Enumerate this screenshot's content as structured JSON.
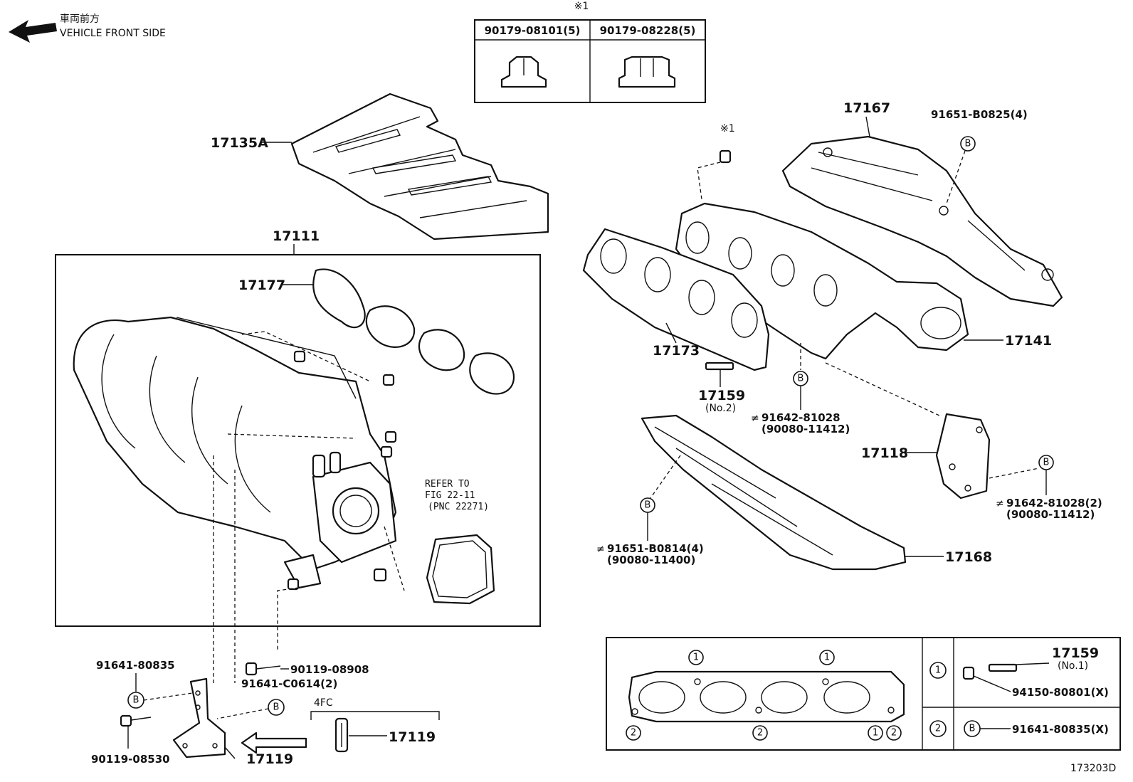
{
  "header": {
    "direction_jp": "車両前方",
    "direction_en": "VEHICLE FRONT SIDE",
    "figure_code": "173203D"
  },
  "nut_table": {
    "marker": "※1",
    "col1": "90179-08101(5)",
    "col2": "90179-08228(5)"
  },
  "intake": {
    "cover": "17135A",
    "manifold": "17111",
    "gasket": "17177",
    "refer_line1": "REFER TO",
    "refer_line2": "FIG 22-11",
    "refer_line3": "(PNC 22271)"
  },
  "exhaust": {
    "marker": "※1",
    "upper_insulator": "17167",
    "bolt_upper": "91651-B0825(4)",
    "gasket": "17173",
    "manifold": "17141",
    "stud": "17159",
    "stud_sub": "(No.2)",
    "bolt_mid": "91642-81028",
    "bolt_mid_alt": "(90080-11412)",
    "bracket": "17118",
    "bolt_right": "91642-81028(2)",
    "bolt_right_alt": "(90080-11412)",
    "bolt_lower": "91651-B0814(4)",
    "bolt_lower_alt": "(90080-11400)",
    "lower_insulator": "17168",
    "alt_mark": "≠"
  },
  "bracket": {
    "bolt_a": "91641-80835",
    "bolt_b": "90119-08908",
    "bolt_c": "91641-C0614(2)",
    "bolt_d": "90119-08530",
    "stay": "17119",
    "variant_label": "4FC",
    "variant_part": "17119"
  },
  "legend": {
    "circle1": "1",
    "circle2": "2",
    "circle_b": "B",
    "stud": "17159",
    "stud_sub": "(No.1)",
    "nut": "94150-80801(X)",
    "bolt": "91641-80835(X)"
  }
}
